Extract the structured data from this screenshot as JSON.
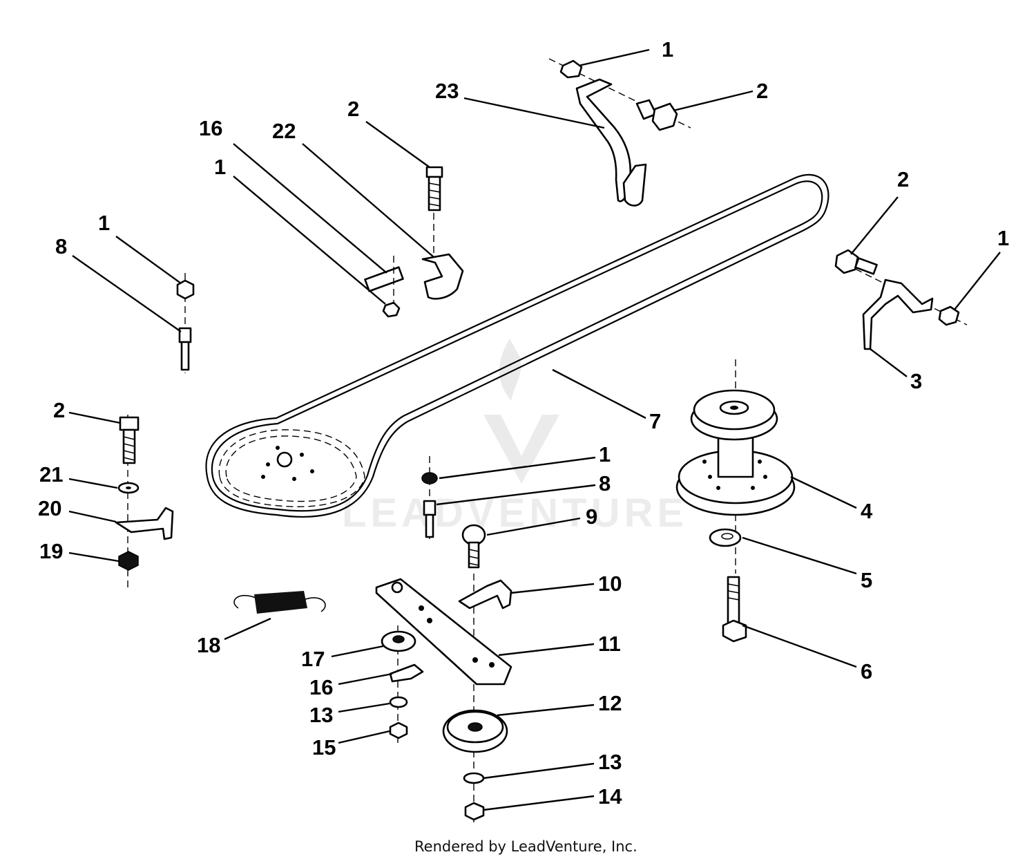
{
  "watermark": "LEADVENTURE",
  "footer": "Rendered by LeadVenture, Inc.",
  "callouts": [
    {
      "id": "c1-top",
      "label": "1"
    },
    {
      "id": "c2-top",
      "label": "2"
    },
    {
      "id": "c23",
      "label": "23"
    },
    {
      "id": "c16-top",
      "label": "16"
    },
    {
      "id": "c22",
      "label": "22"
    },
    {
      "id": "c2-upper",
      "label": "2"
    },
    {
      "id": "c1-upperleft",
      "label": "1"
    },
    {
      "id": "c1-left",
      "label": "1"
    },
    {
      "id": "c8-left",
      "label": "8"
    },
    {
      "id": "c2-right",
      "label": "2"
    },
    {
      "id": "c1-right",
      "label": "1"
    },
    {
      "id": "c3",
      "label": "3"
    },
    {
      "id": "c7",
      "label": "7"
    },
    {
      "id": "c4",
      "label": "4"
    },
    {
      "id": "c5",
      "label": "5"
    },
    {
      "id": "c6",
      "label": "6"
    },
    {
      "id": "c2-left",
      "label": "2"
    },
    {
      "id": "c21",
      "label": "21"
    },
    {
      "id": "c20",
      "label": "20"
    },
    {
      "id": "c19",
      "label": "19"
    },
    {
      "id": "c1-mid",
      "label": "1"
    },
    {
      "id": "c8-mid",
      "label": "8"
    },
    {
      "id": "c9",
      "label": "9"
    },
    {
      "id": "c10",
      "label": "10"
    },
    {
      "id": "c11",
      "label": "11"
    },
    {
      "id": "c18",
      "label": "18"
    },
    {
      "id": "c17",
      "label": "17"
    },
    {
      "id": "c16-bottom",
      "label": "16"
    },
    {
      "id": "c13-left",
      "label": "13"
    },
    {
      "id": "c15",
      "label": "15"
    },
    {
      "id": "c12",
      "label": "12"
    },
    {
      "id": "c13-bottom",
      "label": "13"
    },
    {
      "id": "c14",
      "label": "14"
    }
  ]
}
